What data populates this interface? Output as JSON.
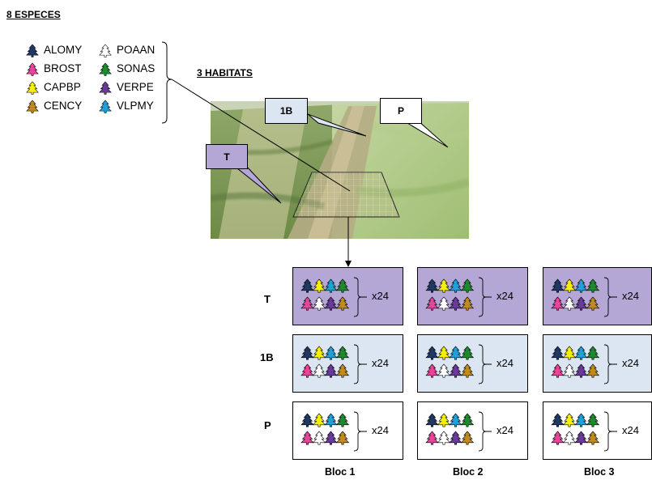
{
  "species_title": "8 ESPECES",
  "habitats_title": "3 HABITATS",
  "species": [
    {
      "code": "ALOMY",
      "color": "#1f3864",
      "icon": "tree-icon"
    },
    {
      "code": "BROST",
      "color": "#e8449a",
      "icon": "tree-icon"
    },
    {
      "code": "CAPBP",
      "color": "#f5f000",
      "icon": "tree-icon"
    },
    {
      "code": "CENCY",
      "color": "#c08a1e",
      "icon": "tree-icon"
    },
    {
      "code": "POAAN",
      "color": "#ffffff",
      "icon": "tree-icon"
    },
    {
      "code": "SONAS",
      "color": "#1e8a2e",
      "icon": "tree-icon"
    },
    {
      "code": "VERPE",
      "color": "#6a3a9a",
      "icon": "tree-icon"
    },
    {
      "code": "VLPMY",
      "color": "#1ea0d8",
      "icon": "tree-icon"
    }
  ],
  "habitats": [
    {
      "code": "T",
      "color": "#b4a7d6"
    },
    {
      "code": "1B",
      "color": "#dce6f2"
    },
    {
      "code": "P",
      "color": "#ffffff"
    }
  ],
  "callouts": {
    "t": "T",
    "b1": "1B",
    "p": "P"
  },
  "replicates": "x24",
  "blocs": [
    "Bloc 1",
    "Bloc 2",
    "Bloc 3"
  ],
  "grid_pattern": {
    "top_row": [
      "ALOMY",
      "CAPBP",
      "VLPMY",
      "SONAS"
    ],
    "bottom_row": [
      "BROST",
      "POAAN",
      "VERPE",
      "CENCY"
    ]
  }
}
